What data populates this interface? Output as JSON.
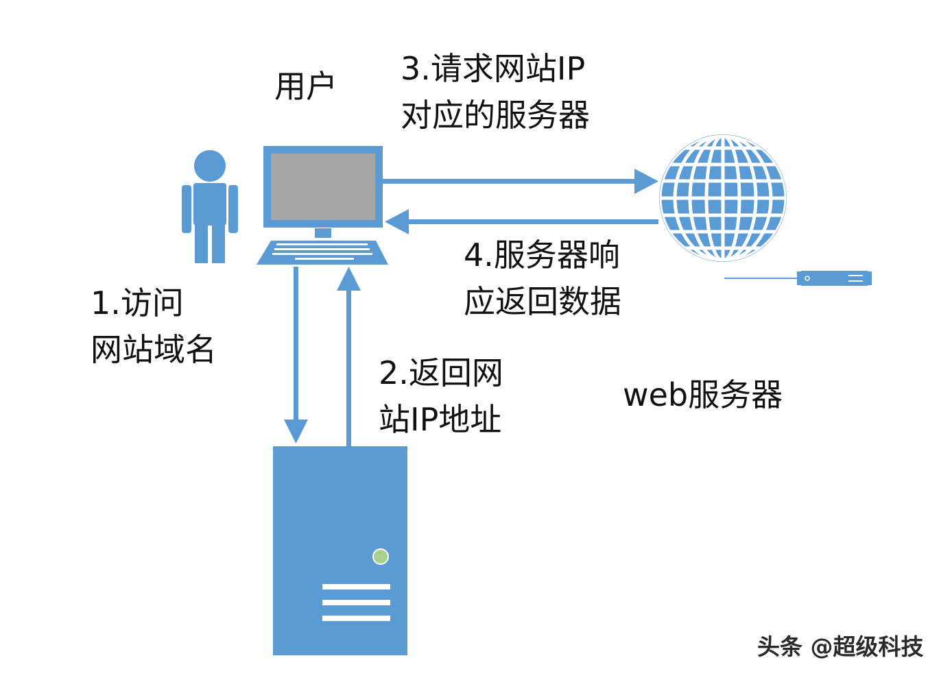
{
  "labels": {
    "user": "用户",
    "step1": [
      "1.访问",
      "网站域名"
    ],
    "step2": [
      "2.返回网",
      "站IP地址"
    ],
    "step3": [
      "3.请求网站IP",
      "对应的服务器"
    ],
    "step4": [
      "4.服务器响",
      "应返回数据"
    ],
    "web_server": "web服务器"
  },
  "watermark": "头条 @超级科技",
  "icons": {
    "person": "person-icon",
    "computer": "desktop-computer-icon",
    "globe": "globe-icon",
    "dns_server": "tower-server-icon",
    "rack_unit": "rack-server-icon"
  },
  "colors": {
    "accent": "#5b9bd5",
    "screen": "#a6a6a6",
    "status_light": "#a9d18e",
    "text": "#111111"
  }
}
